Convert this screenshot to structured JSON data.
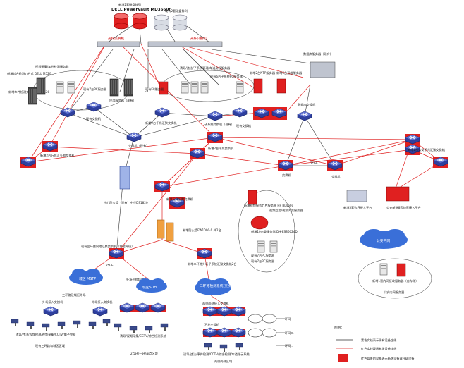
{
  "colors": {
    "new_red": "#e02020",
    "existing_line": "#333333",
    "new_line": "#e02020",
    "switch_blue": "#2e3f9e",
    "cloud_blue": "#3a6fd8"
  },
  "storage": {
    "new": {
      "title": "新增2套磁盘阵列",
      "model": "DELL PowerVault MD3660f"
    },
    "existing": {
      "title": "现有2套磁盘阵列"
    }
  },
  "fc_switches": {
    "new": "光纤交换机",
    "existing": "光纤交换机"
  },
  "servers": {
    "new_detect_1": "视频采集/车件检测服务器",
    "new_detect_2": "新增综合检测刀片式 DELL M520",
    "new_detect_3": "新增车件检测刀片 DELL M520",
    "existing_7_pc": "现有7台PC服务器",
    "app_servers": "应用服务器（现有）",
    "existing_e8": "E8",
    "existing_e8_2": "现有E8服务器",
    "guide_platform": "诱导/违法/子系统管理/车道及程服务器",
    "existing_6_pc": "现有6台子系统PC服务器",
    "new_2_ntp": "新增2台NTP服务器",
    "new_6_server": "新增6台运维服务器",
    "db_server": "数据库服务器（现有）"
  },
  "switches": {
    "existing_switch_1": "现有交换机",
    "new_2_core": "新增2台千兆交换机",
    "new_2_core_b": "新增2台千兆汇聚交换机",
    "existing_core": "交换机（现有）",
    "subsys_switch": "子系统交换机（现有）",
    "existing_sw_2": "现有交换机",
    "new_2_gigabit": "新增2台万兆汇头和交换机",
    "new_switch_r": "新增2台万兆网关交换机",
    "db_switch": "数据库交换机",
    "new_gateway_r": "新增2台公安千兆汇聚交换机",
    "switch_c1": "交换机",
    "switch_c2": "交换机",
    "new_gigabit_sw": "新增万兆汇聚交换机",
    "new_ring_sw": "现有三环路网络汇聚交换机（需要升级）",
    "new_second_ring": "新增二环路外场子系统汇聚交换机2台",
    "ring_access_sw": "三环路及城区外场",
    "ring_access_2": "外场接入交换机",
    "ring_access_3": "外场接入交换机",
    "access_west": "两侧两侧接入交换机",
    "access_w2": "万兆交换机"
  },
  "firewalls": {
    "center_fw": "中心防火墙（现有）中兴DS1820",
    "new_fw": "新增防火墙FW1000-S 共2台"
  },
  "storage_blade": {
    "label1": "新增视频服务刀片服务器 HP BL460c",
    "label2": "新增10台录像存储 DH-ESS6024D",
    "label3": "视频监控/视频浏览服务器",
    "label4": "现有7台PC服务器",
    "label5": "现有7台PC服务器"
  },
  "gateways": {
    "left_gateway": "新增5套边界接入平台",
    "right_gateway": "公安新增8套边界接入平台"
  },
  "clouds": {
    "c1": "城区 MSTP",
    "c2": "城区SDH",
    "c3": "二环路检测系统 交换机",
    "public_net": "公安内网"
  },
  "links": {
    "mstp_label": "2*GE",
    "ge_label": "2*GE",
    "ge_label_2": "2*GE",
    "line_label_1": "外场光缆链路"
  },
  "regions": {
    "r1": "诱导/违法/视频检测/视频采集/CCTV/电子警察",
    "r2": "现有三环路和城区区域",
    "r3": "诱导/视频采集/CCTV/综合检测系统",
    "r4": "2.5环/一环/高点区域",
    "r5": "诱导/违法/事件检测/CCTV/综合检测/车道指示系统",
    "r6": "两侧两侧区域",
    "r7": "新增1套内网接收服务器（含存储）",
    "r8": "公安内网服务器"
  },
  "ring_labels": [
    "环网一",
    "环网二",
    "环网..."
  ],
  "legend": {
    "title": "图例：",
    "item1": "黑色实线表示现有设备连线",
    "item2": "红色实线表示新增设备连线",
    "item3": "红色背景的设备表示新增设备或升级设备"
  }
}
